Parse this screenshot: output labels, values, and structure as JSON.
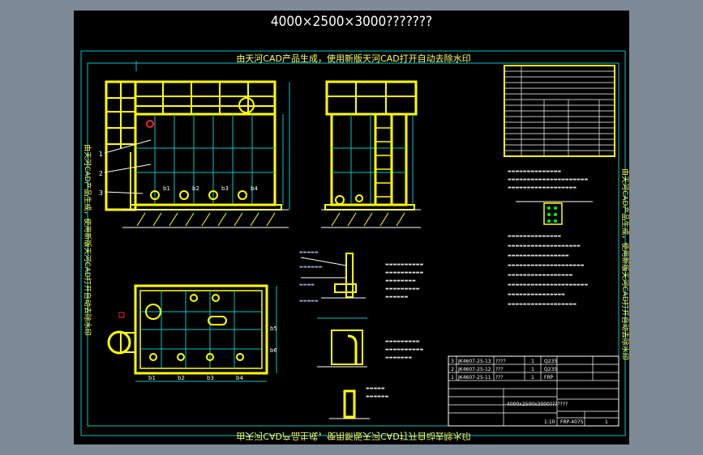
{
  "title": "4000×2500×3000???????",
  "watermark_top": "由天河CAD产品生成，使用新版天河CAD打开自动去除水印",
  "watermark_bottom": "由天河CAD产品生成，使用新版天河CAD打开自动去除水印",
  "watermark_left": "由天河CAD产品生成，使用新版天河CAD打开自动去除水印",
  "watermark_right": "由天河CAD产品生成，使用新版天河CAD打开自动去除水印",
  "leaders": [
    "1",
    "2",
    "3"
  ],
  "nozzles": [
    "b1",
    "b2",
    "b3",
    "b4",
    "b5",
    "b6"
  ],
  "bom_rows": [
    {
      "no": "3",
      "code": "JK4607-25-13",
      "name": "????",
      "qty": "1",
      "mat": "Q235"
    },
    {
      "no": "2",
      "code": "JK4607-25-12",
      "name": "???",
      "qty": "1",
      "mat": "Q235"
    },
    {
      "no": "1",
      "code": "JK4607-25-11",
      "name": "???",
      "qty": "1",
      "mat": "FRP"
    }
  ],
  "title_block": {
    "drawing_name": "4000x2500x3000???????",
    "code": "FRP-4075",
    "sheet": "1",
    "scale": "1:10"
  },
  "colors": {
    "frame": "#00c8c8",
    "yellow": "#ffff00",
    "red": "#ff2020",
    "white": "#ffffff",
    "green": "#00ff00"
  }
}
